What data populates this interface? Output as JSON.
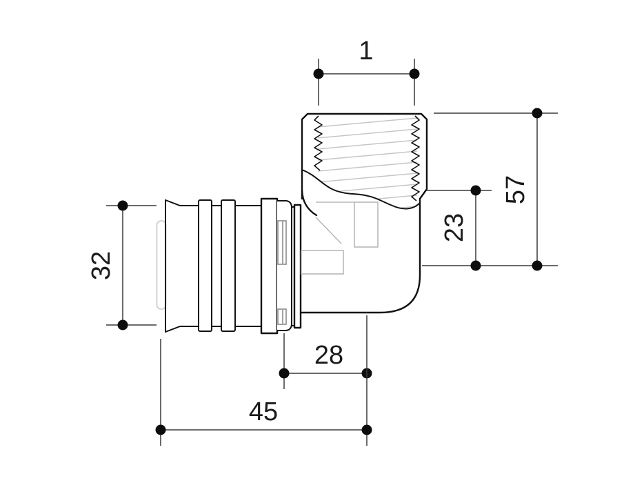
{
  "drawing": {
    "type": "technical-dimension-drawing",
    "subject": "press-fit elbow adapter with female threaded port",
    "dimensions": {
      "thread_size": {
        "label": "1",
        "orientation": "horizontal",
        "location": "top"
      },
      "overall_height": {
        "label": "57",
        "orientation": "vertical",
        "location": "right"
      },
      "port_offset_height": {
        "label": "23",
        "orientation": "vertical",
        "location": "right"
      },
      "pipe_outer_diameter": {
        "label": "32",
        "orientation": "vertical",
        "location": "left"
      },
      "body_offset_length": {
        "label": "28",
        "orientation": "horizontal",
        "location": "bottom"
      },
      "overall_length": {
        "label": "45",
        "orientation": "horizontal",
        "location": "bottom"
      }
    },
    "colors": {
      "background": "#ffffff",
      "outline": "#111111",
      "dimension_line": "#3a3a3a",
      "dimension_dot": "#0d0d0d",
      "thread_gray": "#c6c6c6",
      "hidden_gray": "#b8b8b8"
    }
  }
}
